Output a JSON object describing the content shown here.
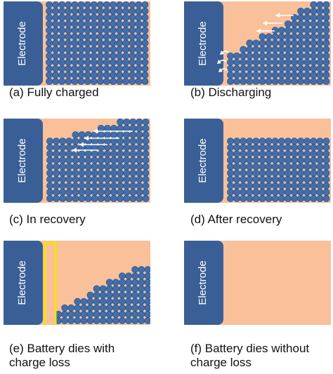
{
  "colors": {
    "background": "#f9c09a",
    "electrode": "#3a5f96",
    "ion": "#3f6fae",
    "ion_edge": "#28497a",
    "arrow": "#ffffff",
    "highlight": "#f3e500"
  },
  "electrode_label": "Electrode",
  "panels": [
    {
      "id": "a",
      "caption": "(a) Fully charged"
    },
    {
      "id": "b",
      "caption": "(b) Discharging"
    },
    {
      "id": "c",
      "caption": "(c) In recovery"
    },
    {
      "id": "d",
      "caption": "(d) After recovery"
    },
    {
      "id": "e",
      "caption": "(e) Battery dies with\n  charge loss"
    },
    {
      "id": "f",
      "caption": "(f) Battery dies without\n  charge loss"
    }
  ]
}
